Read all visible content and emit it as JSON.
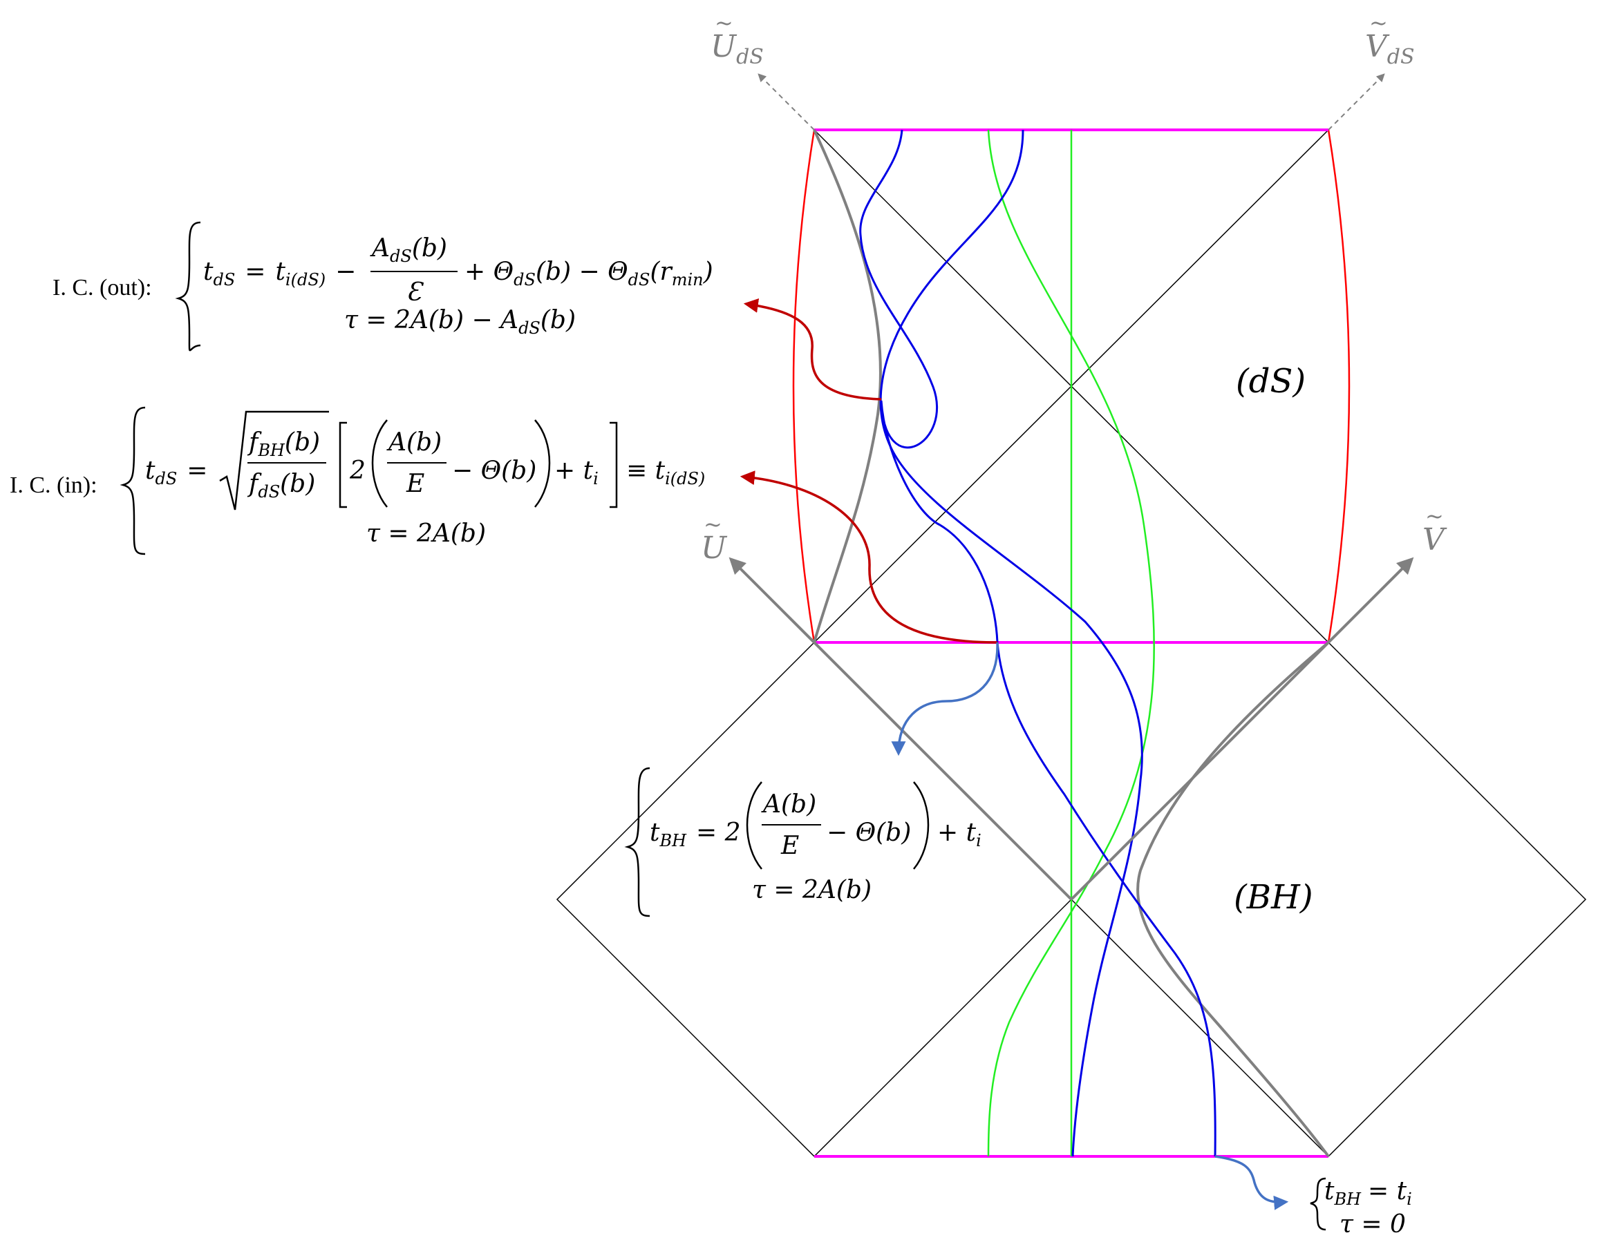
{
  "colors": {
    "horizon": "#000000",
    "boundary_red": "#ff0000",
    "surface_magenta": "#ff00ff",
    "geodesic_blue": "#0000e6",
    "geodesic_green": "#22ee22",
    "gray": "#808080",
    "arrow_red": "#c00000",
    "arrow_blue": "#4472c4"
  },
  "axes": {
    "u_ds": {
      "base": "U",
      "sub": "dS"
    },
    "v_ds": {
      "base": "V",
      "sub": "dS"
    },
    "u": {
      "base": "U"
    },
    "v": {
      "base": "V"
    }
  },
  "regions": {
    "ds": "(dS)",
    "bh": "(BH)"
  },
  "ic_out": {
    "label": "I. C. (out):",
    "t": "t",
    "t_sub": "dS",
    "eq": "=",
    "ti": "t",
    "ti_sub": "i(dS)",
    "minus1": "−",
    "num": "A",
    "num_sub": "dS",
    "num_arg": "(b)",
    "den": "Ɛ",
    "plus": "+ Θ",
    "theta_sub": "dS",
    "theta_arg": "(b) − Θ",
    "theta2_sub": "dS",
    "theta2_arg": "(r",
    "rmin_sub": "min",
    "close": ")",
    "line2": "τ = 2A(b) − A",
    "line2_sub": "dS",
    "line2_arg": "(b)"
  },
  "ic_in": {
    "label": "I. C. (in):",
    "t": "t",
    "t_sub": "dS",
    "eq": "=",
    "num": "f",
    "num_sub": "BH",
    "num_arg": "(b)",
    "den": "f",
    "den_sub": "dS",
    "den_arg": "(b)",
    "two": "2",
    "inner_num": "A(b)",
    "inner_den": "E",
    "inner_rest": "− Θ(b)",
    "plus_t": "+ t",
    "plus_t_sub": "i",
    "equiv": "≡ t",
    "equiv_sub": "i(dS)",
    "line2": "τ = 2A(b)"
  },
  "bh_ic": {
    "t": "t",
    "t_sub": "BH",
    "eq": "= 2",
    "inner_num": "A(b)",
    "inner_den": "E",
    "inner_rest": "− Θ(b)",
    "plus_t": "+ t",
    "plus_t_sub": "i",
    "line2": "τ = 2A(b)"
  },
  "initial": {
    "t": "t",
    "t_sub": "BH",
    "eq": "= t",
    "eq_sub": "i",
    "line2": "τ = 0"
  }
}
